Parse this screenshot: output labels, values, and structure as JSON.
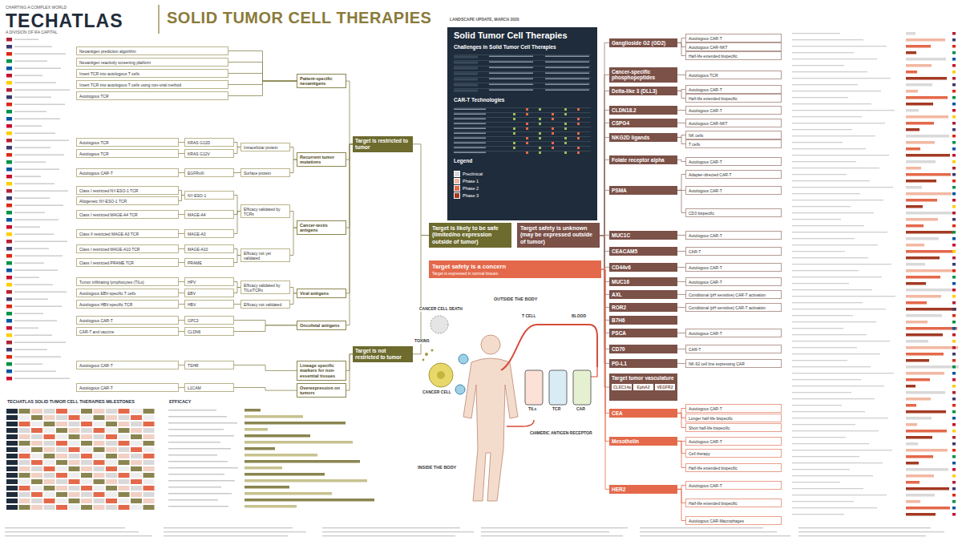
{
  "diagram": {
    "title": "SOLID TUMOR CELL THERAPIES",
    "nodes": [
      {
        "text": [
          "Target is likely to be safe (limited/no expression outside of tumor)"
        ]
      },
      {
        "text": [
          "Target safety is unknown (may be expressed outside of tumor)"
        ]
      },
      {
        "text": [
          "Target safety is a concern",
          "Target is expressed in normal tissues"
        ]
      },
      {
        "text": [
          "Target is restricted to tumor"
        ]
      },
      {
        "text": [
          "Target is not restricted to tumor"
        ]
      },
      {
        "text": [
          "Patient-specific neoantigens"
        ]
      },
      {
        "text": [
          "Recurrent tumor mutations"
        ]
      },
      {
        "text": [
          "Cancer-testis antigens"
        ]
      },
      {
        "text": [
          "Viral antigens"
        ]
      },
      {
        "text": [
          "Oncofetal antigens"
        ]
      },
      {
        "text": [
          "Lineage specific markers for non-essential tissues"
        ]
      },
      {
        "text": [
          "Overexpression on tumors"
        ]
      },
      {
        "text": [
          "Intracellular protein"
        ]
      },
      {
        "text": [
          "Surface protein"
        ]
      },
      {
        "text": [
          "Efficacy validated by TCRs"
        ]
      },
      {
        "text": [
          "Efficacy not yet validated"
        ]
      },
      {
        "text": [
          "Efficacy validated by TILs/TCRs"
        ]
      },
      {
        "text": [
          "Efficacy not validated"
        ]
      },
      {
        "text": [
          "KRAS G12D"
        ]
      },
      {
        "text": [
          "KRAS G12V"
        ]
      },
      {
        "text": [
          "EGFRvIII"
        ]
      },
      {
        "text": [
          "NY-ESO-1"
        ]
      },
      {
        "text": [
          "MAGE-A4"
        ]
      },
      {
        "text": [
          "MAGE-A3"
        ]
      },
      {
        "text": [
          "MAGE-A10"
        ]
      },
      {
        "text": [
          "PRAME"
        ]
      },
      {
        "text": [
          "HPV"
        ]
      },
      {
        "text": [
          "EBV"
        ]
      },
      {
        "text": [
          "HBV"
        ]
      },
      {
        "text": [
          "GPC3"
        ]
      },
      {
        "text": [
          "CLDN6"
        ]
      },
      {
        "text": [
          "TSHR"
        ]
      },
      {
        "text": [
          "L1CAM"
        ]
      },
      {
        "text": [
          "Neoantigen prediction algorithm"
        ]
      },
      {
        "text": [
          "Neoantigen reactivity screening platform"
        ]
      },
      {
        "text": [
          "Insert TCR into autologous T cells"
        ]
      },
      {
        "text": [
          "Insert TCR into autologous T cells using non-viral method"
        ]
      },
      {
        "text": [
          "Autologous TCR"
        ]
      },
      {
        "text": [
          "Autologous TCR"
        ]
      },
      {
        "text": [
          "Autologous TCR"
        ]
      },
      {
        "text": [
          "Autologous CAR-T"
        ]
      },
      {
        "text": [
          "Class I restricted NY-ESO-1 TCR"
        ]
      },
      {
        "text": [
          "Allogeneic NY-ESO-1 TCR"
        ]
      },
      {
        "text": [
          "Class I restricted MAGE-A4 TCR"
        ]
      },
      {
        "text": [
          "Class II restricted MAGE-A3 TCR"
        ]
      },
      {
        "text": [
          "Class I restricted MAGE-A10 TCR"
        ]
      },
      {
        "text": [
          "Class I restricted PRAME TCR"
        ]
      },
      {
        "text": [
          "Tumor infiltrating lymphocytes (TILs)"
        ]
      },
      {
        "text": [
          "Autologous EBV-specific T cells"
        ]
      },
      {
        "text": [
          "Autologous HBV-specific TCR"
        ]
      },
      {
        "text": [
          "Autologous CAR-T"
        ]
      },
      {
        "text": [
          "CAR-T and vaccine"
        ]
      },
      {
        "text": [
          "Autologous CAR-T"
        ]
      },
      {
        "text": [
          "Autologous CAR-T"
        ]
      },
      {
        "text": [
          "Ganglioside G2 (GD2)"
        ]
      },
      {
        "text": [
          "Cancer-specific phosphopeptides"
        ]
      },
      {
        "text": [
          "Delta-like 3 (DLL3)"
        ]
      },
      {
        "text": [
          "CLDN18.2"
        ]
      },
      {
        "text": [
          "CSPG4"
        ]
      },
      {
        "text": [
          "NKG2D ligands"
        ]
      },
      {
        "text": [
          "Folate receptor alpha"
        ]
      },
      {
        "text": [
          "PSMA"
        ]
      },
      {
        "text": [
          "MUC1C"
        ]
      },
      {
        "text": [
          "CEACAM5"
        ]
      },
      {
        "text": [
          "CD44v6"
        ]
      },
      {
        "text": [
          "MUC16"
        ]
      },
      {
        "text": [
          "AXL"
        ]
      },
      {
        "text": [
          "ROR2"
        ]
      },
      {
        "text": [
          "B7H6"
        ]
      },
      {
        "text": [
          "PSCA"
        ]
      },
      {
        "text": [
          "CD70"
        ]
      },
      {
        "text": [
          "PD-L1"
        ]
      },
      {
        "text": [
          "Target tumor vasculature"
        ]
      },
      {
        "text": [
          "CLEC14a"
        ],
        "in": 72
      },
      {
        "text": [
          "EphA2"
        ],
        "in": 72
      },
      {
        "text": [
          "VEGFR2"
        ],
        "in": 72
      },
      {
        "text": [
          "CEA"
        ]
      },
      {
        "text": [
          "Mesothelin"
        ]
      },
      {
        "text": [
          "HER2"
        ]
      },
      {
        "text": [
          "Autologous CAR-T"
        ]
      },
      {
        "text": [
          "Autologous CAR-NKT"
        ]
      },
      {
        "text": [
          "Half-life extended bispecific"
        ]
      },
      {
        "text": [
          "Autologous TCR"
        ]
      },
      {
        "text": [
          "Autologous CAR-T"
        ]
      },
      {
        "text": [
          "Half-life extended bispecific"
        ]
      },
      {
        "text": [
          "Autologous CAR-T"
        ]
      },
      {
        "text": [
          "Autologous CAR-NKT"
        ]
      },
      {
        "text": [
          "NK cells"
        ]
      },
      {
        "text": [
          "T cells"
        ]
      },
      {
        "text": [
          "Autologous CAR-T"
        ]
      },
      {
        "text": [
          "Adapter-directed CAR-T"
        ]
      },
      {
        "text": [
          "Autologous CAR-T"
        ]
      },
      {
        "text": [
          "CD3 bispecific"
        ]
      },
      {
        "text": [
          "Autologous CAR-T"
        ]
      },
      {
        "text": [
          "CAR-T"
        ]
      },
      {
        "text": [
          "Autologous CAR-T"
        ]
      },
      {
        "text": [
          "Autologous CAR-T"
        ]
      },
      {
        "text": [
          "Conditional (pH sensitive) CAR-T activation"
        ]
      },
      {
        "text": [
          "Conditional (pH sensitive) CAR-T activation"
        ]
      },
      {
        "text": [
          "Autologous CAR-T"
        ]
      },
      {
        "text": [
          "CAR-T"
        ]
      },
      {
        "text": [
          "NK-92 cell line expressing CAR"
        ]
      },
      {
        "text": [
          "Autologous CAR-T"
        ]
      },
      {
        "text": [
          "Longer half-life bispecific"
        ]
      },
      {
        "text": [
          "Short half-life bispecific"
        ]
      },
      {
        "text": [
          "Autologous CAR-T"
        ]
      },
      {
        "text": [
          "Cell therapy"
        ]
      },
      {
        "text": [
          "Half-life extended bispecific"
        ]
      },
      {
        "text": [
          "Autologous CAR-T"
        ]
      },
      {
        "text": [
          "Half-life extended bispecific"
        ]
      },
      {
        "text": [
          "Autologous CAR-Macrophages"
        ]
      },
      {
        "text": [
          "Solid Tumor Cell Therapies",
          "Challenges in Solid Tumor Cell Therapies",
          "CAR-T Technologies",
          "Legend"
        ]
      }
    ],
    "edges": [
      {
        "from": 0,
        "to": 3,
        "arrow": "none"
      },
      {
        "from": 0,
        "to": 4,
        "arrow": "none"
      },
      {
        "from": 1,
        "to": 54,
        "arrow": "none"
      },
      {
        "from": 1,
        "to": 55,
        "arrow": "none"
      },
      {
        "from": 1,
        "to": 56,
        "arrow": "none"
      },
      {
        "from": 1,
        "to": 57,
        "arrow": "none"
      },
      {
        "from": 1,
        "to": 58,
        "arrow": "none"
      },
      {
        "from": 1,
        "to": 59,
        "arrow": "none"
      },
      {
        "from": 1,
        "to": 60,
        "arrow": "none"
      },
      {
        "from": 1,
        "to": 61,
        "arrow": "none"
      },
      {
        "from": 1,
        "to": 62,
        "arrow": "none"
      },
      {
        "from": 1,
        "to": 63,
        "arrow": "none"
      },
      {
        "from": 1,
        "to": 64,
        "arrow": "none"
      },
      {
        "from": 1,
        "to": 65,
        "arrow": "none"
      },
      {
        "from": 1,
        "to": 66,
        "arrow": "none"
      },
      {
        "from": 1,
        "to": 67,
        "arrow": "none"
      },
      {
        "from": 1,
        "to": 68,
        "arrow": "none"
      },
      {
        "from": 1,
        "to": 69,
        "arrow": "none"
      },
      {
        "from": 1,
        "to": 70,
        "arrow": "none"
      },
      {
        "from": 1,
        "to": 71,
        "arrow": "none"
      },
      {
        "from": 1,
        "to": 72,
        "arrow": "none"
      },
      {
        "from": 2,
        "to": 76,
        "arrow": "none"
      },
      {
        "from": 2,
        "to": 77,
        "arrow": "none"
      },
      {
        "from": 2,
        "to": 78,
        "arrow": "none"
      },
      {
        "from": 3,
        "to": 5,
        "arrow": "none"
      },
      {
        "from": 3,
        "to": 6,
        "arrow": "none"
      },
      {
        "from": 3,
        "to": 7,
        "arrow": "none"
      },
      {
        "from": 3,
        "to": 8,
        "arrow": "none"
      },
      {
        "from": 3,
        "to": 9,
        "arrow": "none"
      },
      {
        "from": 4,
        "to": 10,
        "arrow": "none"
      },
      {
        "from": 4,
        "to": 11,
        "arrow": "none"
      },
      {
        "from": 5,
        "to": 33,
        "arrow": "none"
      },
      {
        "from": 5,
        "to": 34,
        "arrow": "none"
      },
      {
        "from": 5,
        "to": 35,
        "arrow": "none"
      },
      {
        "from": 5,
        "to": 36,
        "arrow": "none"
      },
      {
        "from": 5,
        "to": 37,
        "arrow": "none"
      },
      {
        "from": 6,
        "to": 12,
        "arrow": "none"
      },
      {
        "from": 6,
        "to": 13,
        "arrow": "none"
      },
      {
        "from": 7,
        "to": 14,
        "arrow": "none"
      },
      {
        "from": 7,
        "to": 15,
        "arrow": "none"
      },
      {
        "from": 8,
        "to": 16,
        "arrow": "none"
      },
      {
        "from": 8,
        "to": 17,
        "arrow": "none"
      },
      {
        "from": 9,
        "to": 29,
        "arrow": "none"
      },
      {
        "from": 9,
        "to": 30,
        "arrow": "none"
      },
      {
        "from": 10,
        "to": 31,
        "arrow": "none"
      },
      {
        "from": 11,
        "to": 32,
        "arrow": "none"
      },
      {
        "from": 12,
        "to": 18,
        "arrow": "none"
      },
      {
        "from": 12,
        "to": 19,
        "arrow": "none"
      },
      {
        "from": 13,
        "to": 20,
        "arrow": "none"
      },
      {
        "from": 14,
        "to": 21,
        "arrow": "none"
      },
      {
        "from": 14,
        "to": 22,
        "arrow": "none"
      },
      {
        "from": 14,
        "to": 23,
        "arrow": "none"
      },
      {
        "from": 15,
        "to": 24,
        "arrow": "none"
      },
      {
        "from": 15,
        "to": 25,
        "arrow": "none"
      },
      {
        "from": 16,
        "to": 26,
        "arrow": "none"
      },
      {
        "from": 16,
        "to": 27,
        "arrow": "none"
      },
      {
        "from": 17,
        "to": 28,
        "arrow": "none"
      },
      {
        "from": 18,
        "to": 38,
        "arrow": "none"
      },
      {
        "from": 19,
        "to": 39,
        "arrow": "none"
      },
      {
        "from": 20,
        "to": 40,
        "arrow": "none"
      },
      {
        "from": 21,
        "to": 41,
        "arrow": "none"
      },
      {
        "from": 21,
        "to": 42,
        "arrow": "none"
      },
      {
        "from": 22,
        "to": 43,
        "arrow": "none"
      },
      {
        "from": 23,
        "to": 44,
        "arrow": "none"
      },
      {
        "from": 24,
        "to": 45,
        "arrow": "none"
      },
      {
        "from": 25,
        "to": 46,
        "arrow": "none"
      },
      {
        "from": 26,
        "to": 47,
        "arrow": "none"
      },
      {
        "from": 27,
        "to": 48,
        "arrow": "none"
      },
      {
        "from": 28,
        "to": 49,
        "arrow": "none"
      },
      {
        "from": 29,
        "to": 50,
        "arrow": "none"
      },
      {
        "from": 30,
        "to": 51,
        "arrow": "none"
      },
      {
        "from": 31,
        "to": 52,
        "arrow": "none"
      },
      {
        "from": 32,
        "to": 53,
        "arrow": "none"
      },
      {
        "from": 54,
        "to": 79,
        "arrow": "none"
      },
      {
        "from": 54,
        "to": 80,
        "arrow": "none"
      },
      {
        "from": 54,
        "to": 81,
        "arrow": "none"
      },
      {
        "from": 55,
        "to": 82,
        "arrow": "none"
      },
      {
        "from": 56,
        "to": 83,
        "arrow": "none"
      },
      {
        "from": 56,
        "to": 84,
        "arrow": "none"
      },
      {
        "from": 57,
        "to": 85,
        "arrow": "none"
      },
      {
        "from": 58,
        "to": 86,
        "arrow": "none"
      },
      {
        "from": 59,
        "to": 87,
        "arrow": "none"
      },
      {
        "from": 59,
        "to": 88,
        "arrow": "none"
      },
      {
        "from": 60,
        "to": 89,
        "arrow": "none"
      },
      {
        "from": 61,
        "to": 90,
        "arrow": "none"
      },
      {
        "from": 61,
        "to": 91,
        "arrow": "none"
      },
      {
        "from": 61,
        "to": 92,
        "arrow": "none"
      },
      {
        "from": 62,
        "to": 93,
        "arrow": "none"
      },
      {
        "from": 63,
        "to": 94,
        "arrow": "none"
      },
      {
        "from": 64,
        "to": 95,
        "arrow": "none"
      },
      {
        "from": 65,
        "to": 96,
        "arrow": "none"
      },
      {
        "from": 66,
        "to": 97,
        "arrow": "none"
      },
      {
        "from": 67,
        "to": 98,
        "arrow": "none"
      },
      {
        "from": 69,
        "to": 99,
        "arrow": "none"
      },
      {
        "from": 70,
        "to": 100,
        "arrow": "none"
      },
      {
        "from": 71,
        "to": 101,
        "arrow": "none"
      },
      {
        "from": 76,
        "to": 102,
        "arrow": "none"
      },
      {
        "from": 76,
        "to": 103,
        "arrow": "none"
      },
      {
        "from": 76,
        "to": 104,
        "arrow": "none"
      },
      {
        "from": 77,
        "to": 105,
        "arrow": "none"
      },
      {
        "from": 77,
        "to": 106,
        "arrow": "none"
      },
      {
        "from": 77,
        "to": 107,
        "arrow": "none"
      },
      {
        "from": 78,
        "to": 108,
        "arrow": "none"
      },
      {
        "from": 78,
        "to": 109,
        "arrow": "none"
      },
      {
        "from": 78,
        "to": 110,
        "arrow": "none"
      }
    ],
    "labels": [
      "CHARTING A COMPLEX WORLD",
      "TECHATLAS",
      "A DIVISION OF RA CAPITAL",
      "LANDSCAPE UPDATE, MARCH 2020",
      "TECHATLAS SOLID TUMOR CELL THERAPIES MILESTONES",
      "EFFICACY",
      "OUTSIDE THE BODY",
      "INSIDE THE BODY",
      "CANCER CELL DEATH",
      "CANCER CELL",
      "TOXINS",
      "T CELL",
      "BLOOD",
      "TILs",
      "TCR",
      "CAR",
      "CHIMERIC ANTIGEN RECEPTOR"
    ],
    "legend": [
      {
        "text": "Preclinical",
        "color": "#d9d9d9"
      },
      {
        "text": "Phase 1",
        "color": "#f2b8a2"
      },
      {
        "text": "Phase 2",
        "color": "#e4694b"
      },
      {
        "text": "Phase 3",
        "color": "#a33a24"
      }
    ]
  }
}
